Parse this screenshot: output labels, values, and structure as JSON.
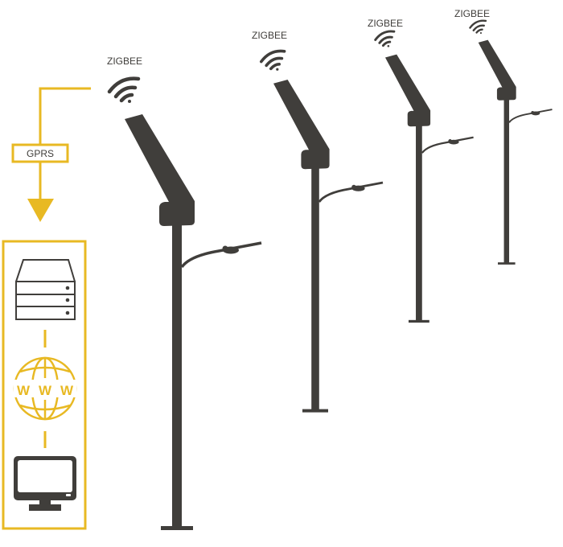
{
  "colors": {
    "accent": "#e8b923",
    "dark": "#403e3b"
  },
  "lamps": [
    {
      "label": "ZIGBEE",
      "icon": "wifi-icon"
    },
    {
      "label": "ZIGBEE",
      "icon": "wifi-icon"
    },
    {
      "label": "ZIGBEE",
      "icon": "wifi-icon"
    },
    {
      "label": "ZIGBEE",
      "icon": "wifi-icon"
    }
  ],
  "link_label": "GPRS",
  "stack": [
    "server-icon",
    "globe-www-icon",
    "monitor-icon"
  ],
  "www_letters": [
    "W",
    "W",
    "W"
  ]
}
